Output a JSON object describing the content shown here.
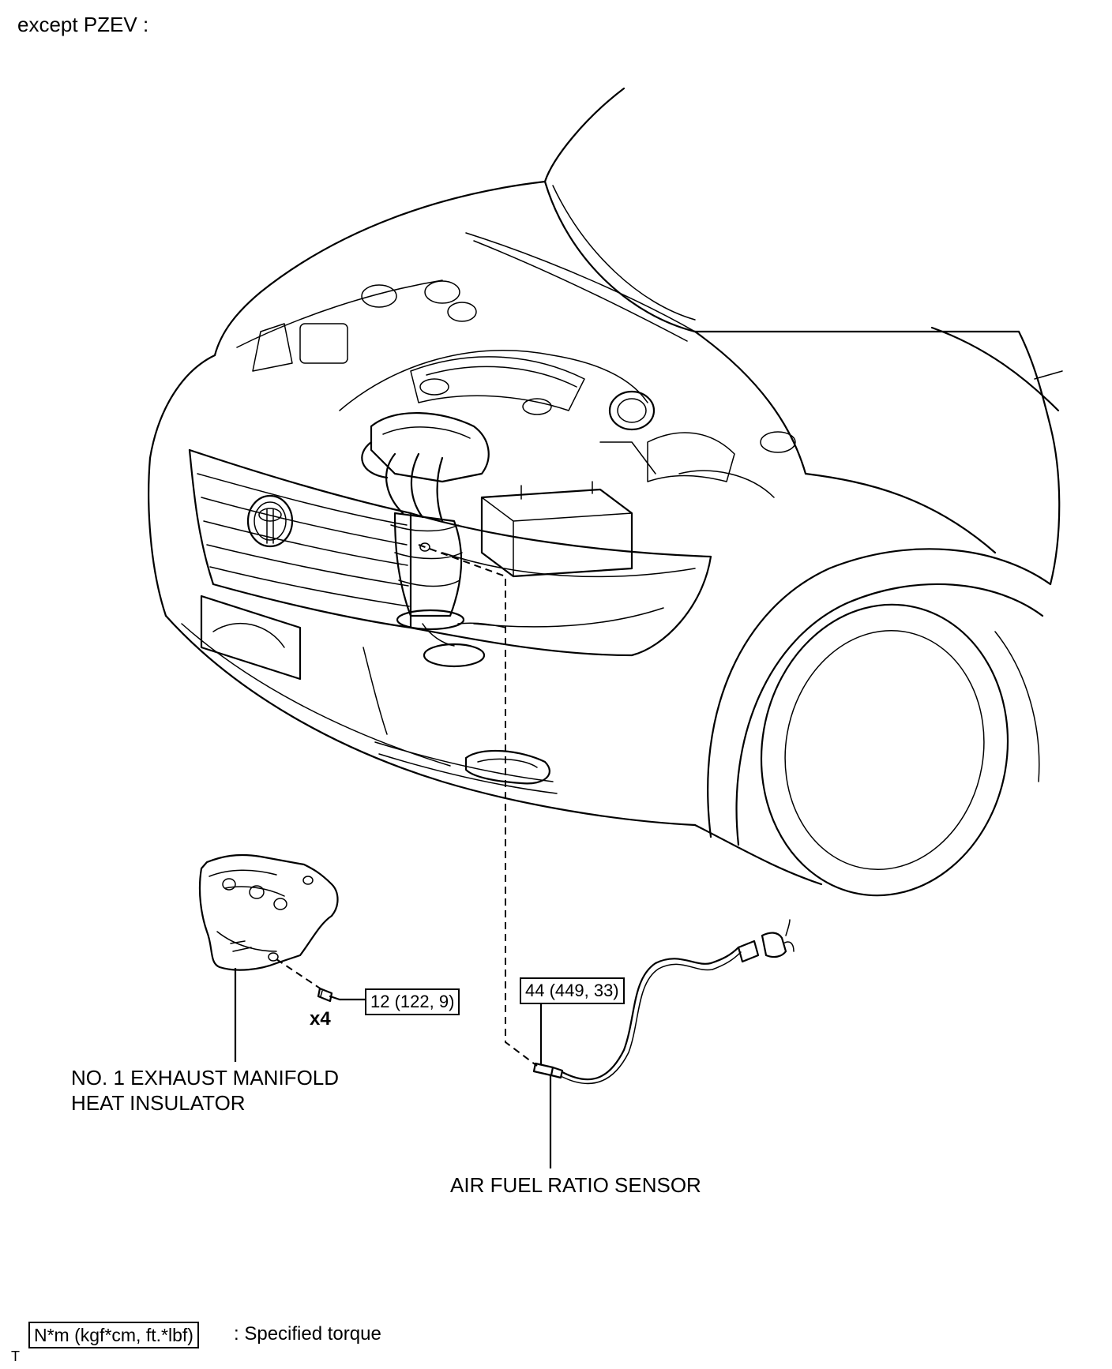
{
  "header": {
    "variant_label": "except PZEV :"
  },
  "parts": {
    "insulator": {
      "label_line1": "NO. 1 EXHAUST MANIFOLD",
      "label_line2": "HEAT INSULATOR",
      "bolt_torque": "12 (122, 9)",
      "bolt_qty": "x4"
    },
    "sensor": {
      "label": "AIR FUEL RATIO SENSOR",
      "torque": "44 (449, 33)"
    }
  },
  "legend": {
    "unit_box": "N*m (kgf*cm, ft.*lbf)",
    "description": ": Specified torque",
    "corner_mark": "T"
  },
  "icons": [
    "car-front-icon",
    "toyota-emblem-icon",
    "exhaust-manifold-icon",
    "heat-insulator-icon",
    "bolt-icon",
    "air-fuel-ratio-sensor-icon"
  ]
}
